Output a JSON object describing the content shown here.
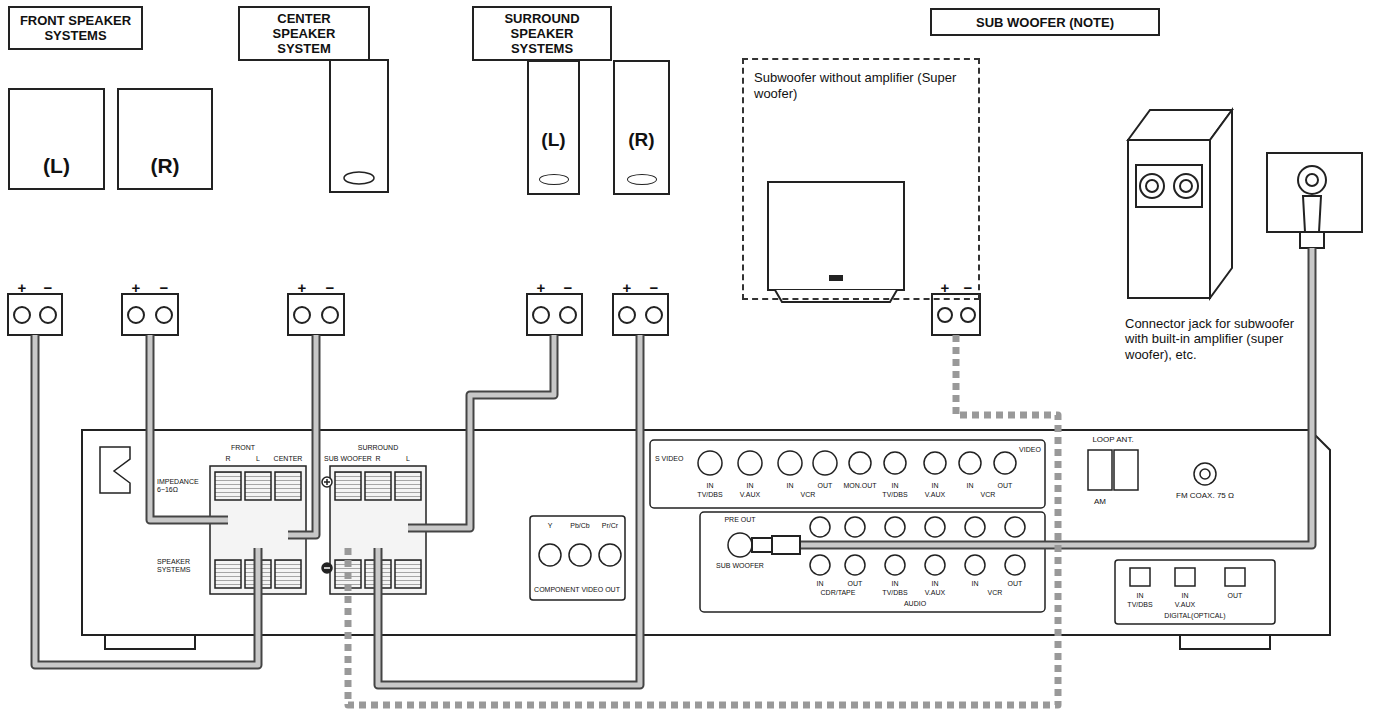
{
  "diagram": {
    "nodes": [
      {
        "text": [
          "FRONT SPEAKER SYSTEMS"
        ]
      },
      {
        "text": [
          "CENTER SPEAKER SYSTEM"
        ]
      },
      {
        "text": [
          "SURROUND SPEAKER SYSTEMS"
        ]
      },
      {
        "text": [
          "SUB WOOFER (NOTE)"
        ]
      },
      {
        "text": [
          "(L)"
        ]
      },
      {
        "text": [
          "(R)"
        ]
      },
      {
        "text": [
          "(L)"
        ]
      },
      {
        "text": [
          "(R)"
        ]
      },
      {
        "text": [
          "Subwoofer without amplifier (Super woofer)"
        ]
      }
    ],
    "labels": [
      "+",
      "−",
      "+",
      "−",
      "+",
      "−",
      "+",
      "−",
      "+",
      "−",
      "+",
      "−",
      "Connector jack for subwoofer with built-in amplifier (super woofer), etc.",
      "S VIDEO",
      "IN",
      "TV/DBS",
      "IN",
      "V.AUX",
      "IN",
      "OUT",
      "VCR",
      "MON.OUT",
      "IN",
      "TV/DBS",
      "IN",
      "V.AUX",
      "IN",
      "OUT",
      "VCR",
      "VIDEO",
      "LOOP ANT.",
      "AM",
      "FM COAX. 75 Ω",
      "Y",
      "Pb/Cb",
      "Pr/Cr",
      "COMPONENT VIDEO OUT",
      "PRE OUT",
      "SUB WOOFER",
      "IN",
      "OUT",
      "CDR/TAPE",
      "IN",
      "TV/DBS",
      "IN",
      "V.AUX",
      "IN",
      "OUT",
      "VCR",
      "AUDIO",
      "IN",
      "TV/DBS",
      "IN",
      "V.AUX",
      "OUT",
      "DIGITAL(OPTICAL)",
      "FRONT",
      "SURROUND",
      "R",
      "L",
      "CENTER",
      "SUB WOOFER",
      "R",
      "L",
      "IMPEDANCE 6~16Ω",
      "SPEAKER SYSTEMS"
    ]
  }
}
